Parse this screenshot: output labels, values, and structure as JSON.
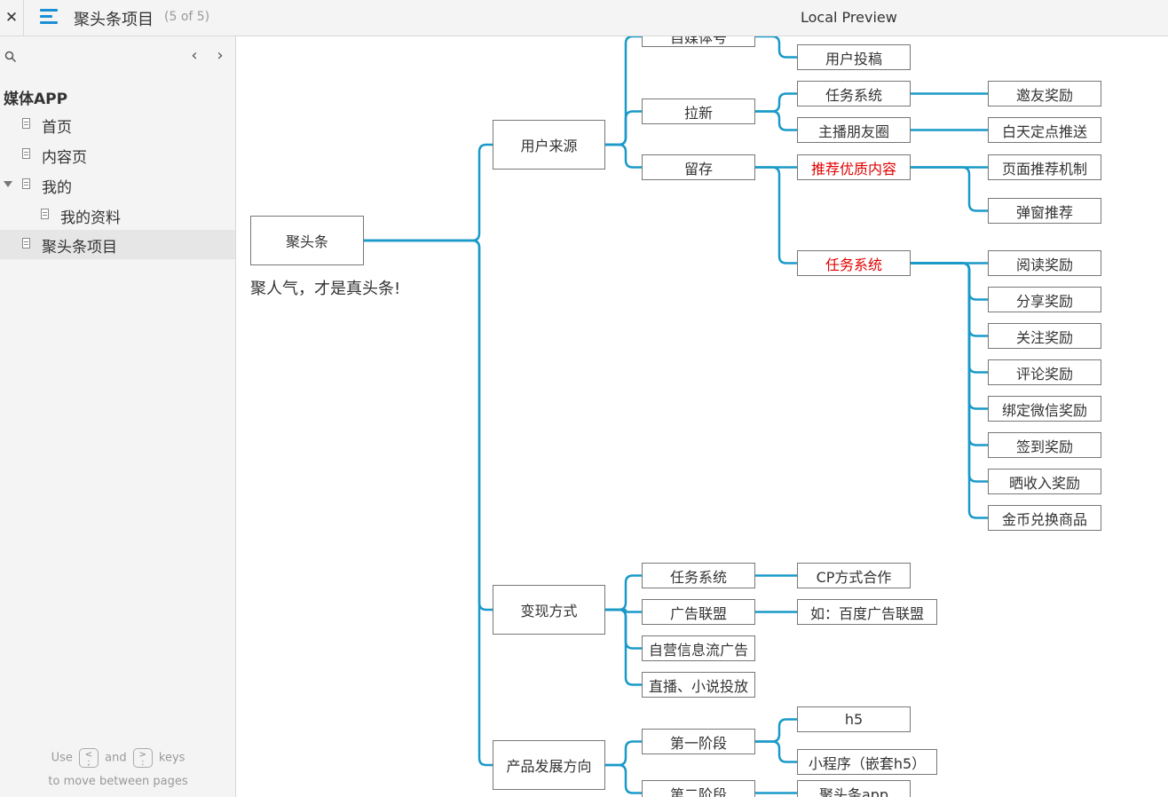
{
  "topbar": {
    "close_label": "✕",
    "page_title": "聚头条项目",
    "page_count": "(5 of 5)",
    "app_title": "Local Preview"
  },
  "sidebar": {
    "prev_label": "‹",
    "next_label": "›",
    "root": "媒体APP",
    "items": [
      {
        "label": "首页"
      },
      {
        "label": "内容页"
      },
      {
        "label": "我的",
        "expanded": true
      },
      {
        "label": "我的资料"
      },
      {
        "label": "聚头条项目",
        "selected": true
      }
    ],
    "hint": {
      "use": "Use",
      "key_prev": "<\n;",
      "and": "and",
      "key_next": ">\n:",
      "keys": "keys",
      "line2": "to move between pages"
    }
  },
  "mindmap": {
    "colors": {
      "connector": "#1a9ac8",
      "highlight": "#e00000"
    },
    "root": {
      "label": "聚头条",
      "caption": "聚人气，才是真头条!"
    },
    "branches": [
      {
        "label": "用户来源",
        "children": [
          {
            "label": "自媒体号",
            "children": [
              {
                "label": "用户投稿"
              }
            ]
          },
          {
            "label": "拉新",
            "children": [
              {
                "label": "任务系统",
                "children": [
                  {
                    "label": "邀友奖励"
                  }
                ]
              },
              {
                "label": "主播朋友圈",
                "children": [
                  {
                    "label": "白天定点推送"
                  }
                ]
              }
            ]
          },
          {
            "label": "留存",
            "children": [
              {
                "label": "推荐优质内容",
                "highlight": true,
                "children": [
                  {
                    "label": "页面推荐机制"
                  },
                  {
                    "label": "弹窗推荐"
                  }
                ]
              },
              {
                "label": "任务系统",
                "highlight": true,
                "children": [
                  {
                    "label": "阅读奖励"
                  },
                  {
                    "label": "分享奖励"
                  },
                  {
                    "label": "关注奖励"
                  },
                  {
                    "label": "评论奖励"
                  },
                  {
                    "label": "绑定微信奖励"
                  },
                  {
                    "label": "签到奖励"
                  },
                  {
                    "label": "晒收入奖励"
                  },
                  {
                    "label": "金币兑换商品"
                  }
                ]
              }
            ]
          }
        ]
      },
      {
        "label": "变现方式",
        "children": [
          {
            "label": "任务系统",
            "children": [
              {
                "label": "CP方式合作"
              }
            ]
          },
          {
            "label": "广告联盟",
            "children": [
              {
                "label": "如：百度广告联盟"
              }
            ]
          },
          {
            "label": "自营信息流广告"
          },
          {
            "label": "直播、小说投放"
          }
        ]
      },
      {
        "label": "产品发展方向",
        "children": [
          {
            "label": "第一阶段",
            "children": [
              {
                "label": "h5"
              },
              {
                "label": "小程序（嵌套h5）"
              }
            ]
          },
          {
            "label": "第二阶段",
            "children": [
              {
                "label": "聚头条app"
              }
            ]
          }
        ]
      }
    ]
  }
}
